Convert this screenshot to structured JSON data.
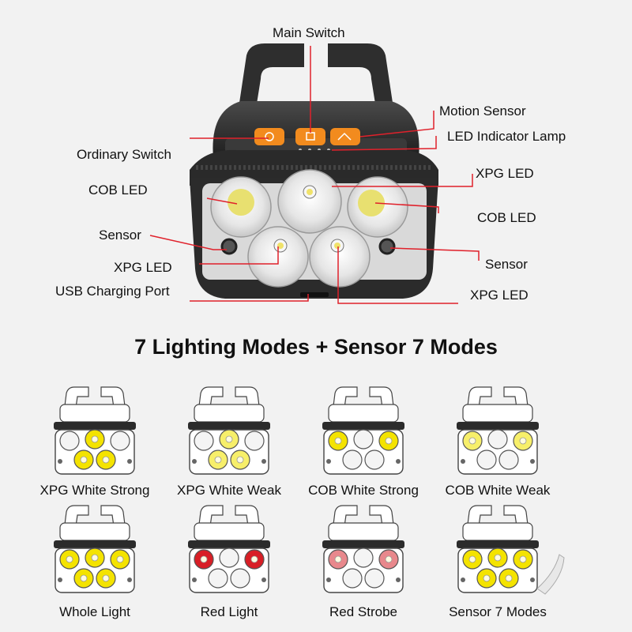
{
  "callouts": {
    "main_switch": "Main Switch",
    "motion_sensor": "Motion Sensor",
    "led_indicator": "LED Indicator Lamp",
    "ordinary_switch": "Ordinary Switch",
    "xpg_led_top": "XPG LED",
    "cob_led_left": "COB LED",
    "cob_led_right": "COB LED",
    "sensor_left": "Sensor",
    "sensor_right": "Sensor",
    "xpg_led_left": "XPG LED",
    "usb_port": "USB Charging Port",
    "xpg_led_right": "XPG LED"
  },
  "headline": "7 Lighting Modes + Sensor 7 Modes",
  "modes": [
    {
      "label": "XPG White Strong",
      "lit": [
        "xpg1",
        "xpg2",
        "xpg3"
      ],
      "color": "#f4e300"
    },
    {
      "label": "XPG White Weak",
      "lit": [
        "xpg1",
        "xpg2",
        "xpg3"
      ],
      "color": "#f7ef6a"
    },
    {
      "label": "COB White Strong",
      "lit": [
        "cobL",
        "cobR"
      ],
      "color": "#f4e300"
    },
    {
      "label": "COB White Weak",
      "lit": [
        "cobL",
        "cobR"
      ],
      "color": "#f7ef6a"
    },
    {
      "label": "Whole Light",
      "lit": [
        "cobL",
        "cobR",
        "xpg1",
        "xpg2",
        "xpg3"
      ],
      "color": "#f4e300"
    },
    {
      "label": "Red Light",
      "lit": [
        "cobL",
        "cobR"
      ],
      "color": "#d81f26"
    },
    {
      "label": "Red Strobe",
      "lit": [
        "cobL",
        "cobR"
      ],
      "color": "#e8888c"
    },
    {
      "label": "Sensor 7 Modes",
      "lit": [
        "cobL",
        "cobR",
        "xpg1",
        "xpg2",
        "xpg3"
      ],
      "color": "#f4e300",
      "hand": true
    }
  ],
  "colors": {
    "accent_orange": "#f28b1e",
    "callout_line": "#e0212b",
    "cob_yellow": "#e8e070",
    "body_dark": "#2b2b2b"
  }
}
